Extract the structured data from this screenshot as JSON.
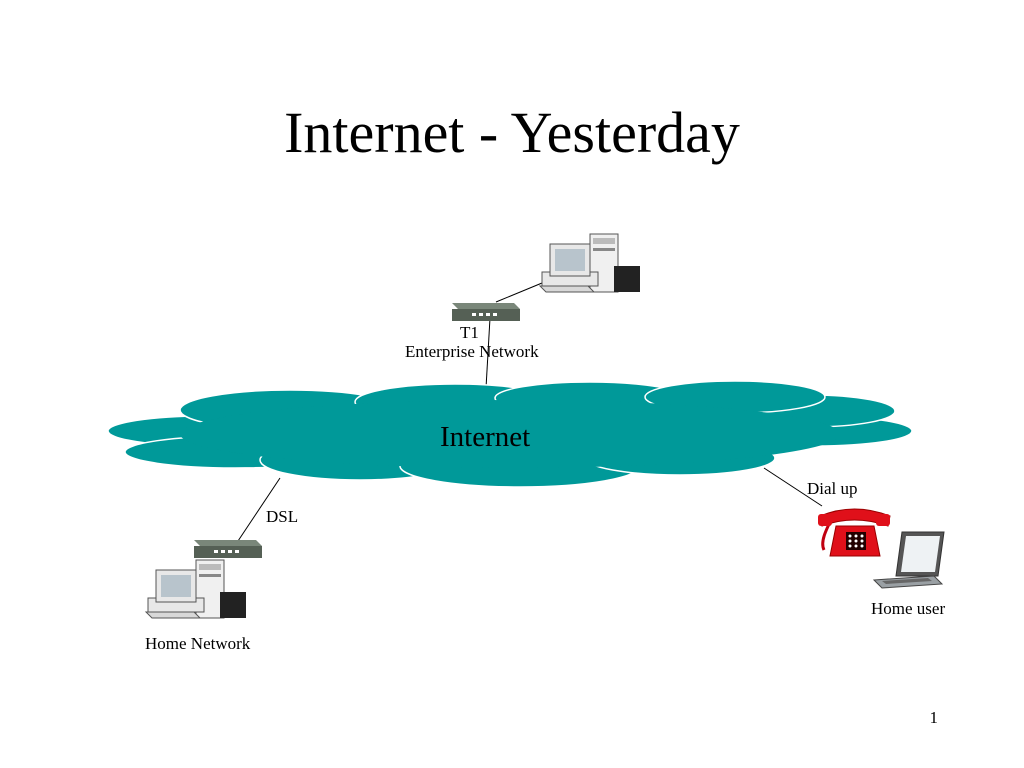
{
  "slide": {
    "title": "Internet - Yesterday",
    "page_number": "1"
  },
  "diagram": {
    "cloud": {
      "label": "Internet",
      "color": "#009999"
    },
    "nodes": {
      "enterprise": {
        "link_label": "T1",
        "label": "Enterprise Network"
      },
      "home_network": {
        "link_label": "DSL",
        "label": "Home Network"
      },
      "home_user": {
        "link_label": "Dial up",
        "label": "Home user"
      }
    },
    "icons": {
      "enterprise_pc": "desktop-computer-icon",
      "enterprise_switch": "network-switch-icon",
      "home_pc": "desktop-computer-icon",
      "home_switch": "network-switch-icon",
      "phone": "telephone-icon",
      "laptop": "laptop-icon"
    },
    "colors": {
      "phone": "#e0101a",
      "switch": "#556055"
    }
  }
}
